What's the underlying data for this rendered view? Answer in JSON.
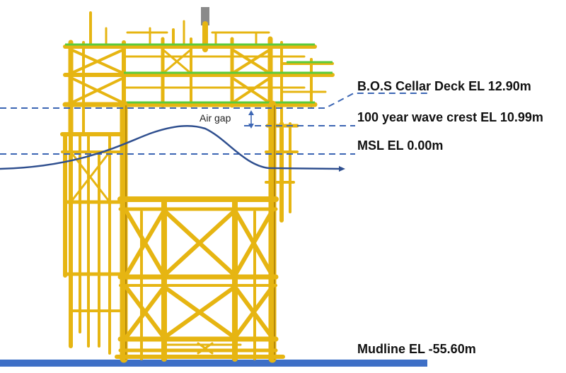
{
  "labels": {
    "cellar_deck": "B.O.S Cellar Deck EL 12.90m",
    "wave_crest": "100 year wave crest EL 10.99m",
    "msl": "MSL EL 0.00m",
    "mudline": "Mudline EL -55.60m",
    "air_gap": "Air gap"
  },
  "colors": {
    "structure": "#E6B512",
    "structure_shadow": "#B88A0A",
    "deck_plate": "#5CCB3A",
    "water_line": "#3C66B4",
    "wave_profile": "#2F4F8F",
    "seabed": "#3E6FC6",
    "flare_tip": "#8A8A8A"
  }
}
